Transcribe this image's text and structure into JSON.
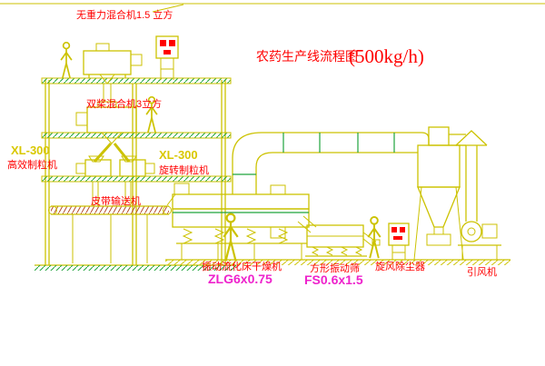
{
  "title": {
    "main": "农药生产线流程图",
    "capacity": "(500kg/h)"
  },
  "equipment_labels": {
    "top_mixer": "无重力混合机1.5 立方",
    "twin_paddle_mixer": "双桨混合机3立方",
    "granulator_left": {
      "model": "XL-300",
      "name": "高效制粒机"
    },
    "granulator_right": {
      "model": "XL-300",
      "name": "旋转制粒机"
    },
    "belt_conveyor": "皮带输送机",
    "fluid_bed_dryer": {
      "name": "振动流化床干燥机",
      "model": "ZLG6x0.75"
    },
    "vibrating_sieve": {
      "name": "方形振动筛",
      "model": "FS0.6x1.5"
    },
    "cyclone": "旋风除尘器",
    "induced_draft_fan": "引风机"
  },
  "colors": {
    "line_yellow": "#ccc200",
    "detail_green": "#1fa33c",
    "text_red": "#ff0000",
    "text_magenta": "#ee22cc",
    "belt_hatch_brown": "#b34a2a",
    "background": "#ffffff"
  }
}
